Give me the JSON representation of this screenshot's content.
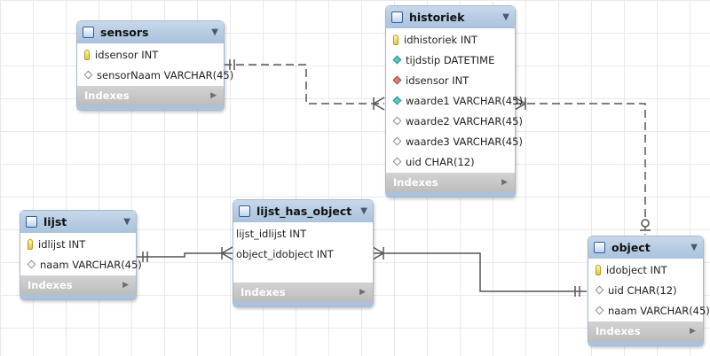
{
  "tables": {
    "sensors": {
      "title": "sensors",
      "columns": [
        {
          "label": "idsensor INT",
          "icon": "primary-key-icon"
        },
        {
          "label": "sensorNaam VARCHAR(45)",
          "icon": "nullable-column-icon"
        }
      ],
      "indexes_label": "Indexes"
    },
    "historiek": {
      "title": "historiek",
      "columns": [
        {
          "label": "idhistoriek INT",
          "icon": "primary-key-icon"
        },
        {
          "label": "tijdstip DATETIME",
          "icon": "not-null-column-icon"
        },
        {
          "label": "idsensor INT",
          "icon": "foreign-key-icon"
        },
        {
          "label": "waarde1 VARCHAR(45)",
          "icon": "not-null-column-icon"
        },
        {
          "label": "waarde2 VARCHAR(45)",
          "icon": "nullable-column-icon"
        },
        {
          "label": "waarde3 VARCHAR(45)",
          "icon": "nullable-column-icon"
        },
        {
          "label": "uid CHAR(12)",
          "icon": "nullable-column-icon"
        }
      ],
      "indexes_label": "Indexes"
    },
    "lijst": {
      "title": "lijst",
      "columns": [
        {
          "label": "idlijst INT",
          "icon": "primary-key-icon"
        },
        {
          "label": "naam VARCHAR(45)",
          "icon": "nullable-column-icon"
        }
      ],
      "indexes_label": "Indexes"
    },
    "lijst_has_object": {
      "title": "lijst_has_object",
      "columns": [
        {
          "label": "lijst_idlijst INT",
          "icon": "none"
        },
        {
          "label": "object_idobject INT",
          "icon": "none"
        }
      ],
      "indexes_label": "Indexes"
    },
    "object": {
      "title": "object",
      "columns": [
        {
          "label": "idobject INT",
          "icon": "primary-key-icon"
        },
        {
          "label": "uid CHAR(12)",
          "icon": "nullable-column-icon"
        },
        {
          "label": "naam VARCHAR(45)",
          "icon": "nullable-column-icon"
        }
      ],
      "indexes_label": "Indexes"
    }
  },
  "relationships": [
    {
      "from": "sensors",
      "to": "historiek",
      "style": "dashed",
      "from_end": "one-mandatory",
      "to_end": "many-mandatory"
    },
    {
      "from": "historiek",
      "to": "object",
      "style": "dashed",
      "from_end": "many-mandatory",
      "to_end": "one-optional"
    },
    {
      "from": "lijst",
      "to": "lijst_has_object",
      "style": "solid",
      "from_end": "one-mandatory",
      "to_end": "many-mandatory"
    },
    {
      "from": "lijst_has_object",
      "to": "object",
      "style": "solid",
      "from_end": "many-mandatory",
      "to_end": "one-mandatory"
    }
  ],
  "colors": {
    "header_gradient": [
      "#c7d8ea",
      "#a9c2dd"
    ],
    "footer_gradient": [
      "#d3d3d3",
      "#bdbdbd"
    ],
    "connector": "#555555"
  }
}
